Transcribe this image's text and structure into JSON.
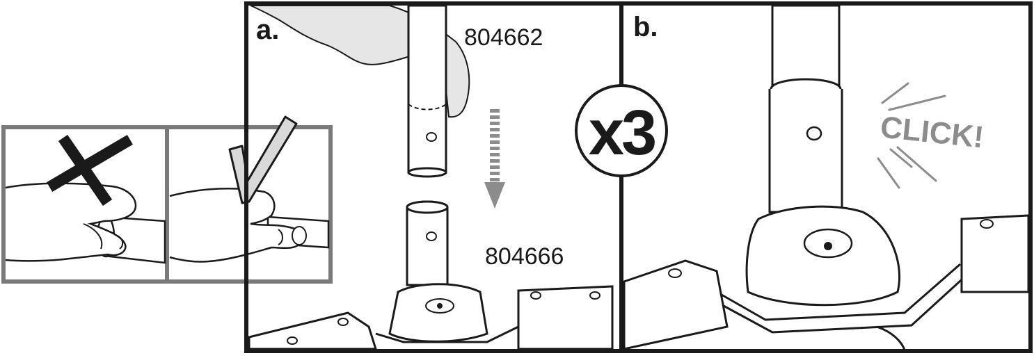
{
  "panel_a": {
    "label": "a.",
    "part_top": "804662",
    "part_bottom": "804666"
  },
  "panel_b": {
    "label": "b.",
    "sound": "CLICK!"
  },
  "repeat_badge": "x3",
  "grip_guide": {
    "wrong_mark": "cross-icon",
    "right_mark": "check-icon"
  },
  "colors": {
    "ink": "#1a1a1a",
    "frame_grey": "#7a7a7a",
    "arrow_grey": "#8c8c8c",
    "hand_fill": "#e6e6e6",
    "check_fill": "#d9d9d9"
  }
}
